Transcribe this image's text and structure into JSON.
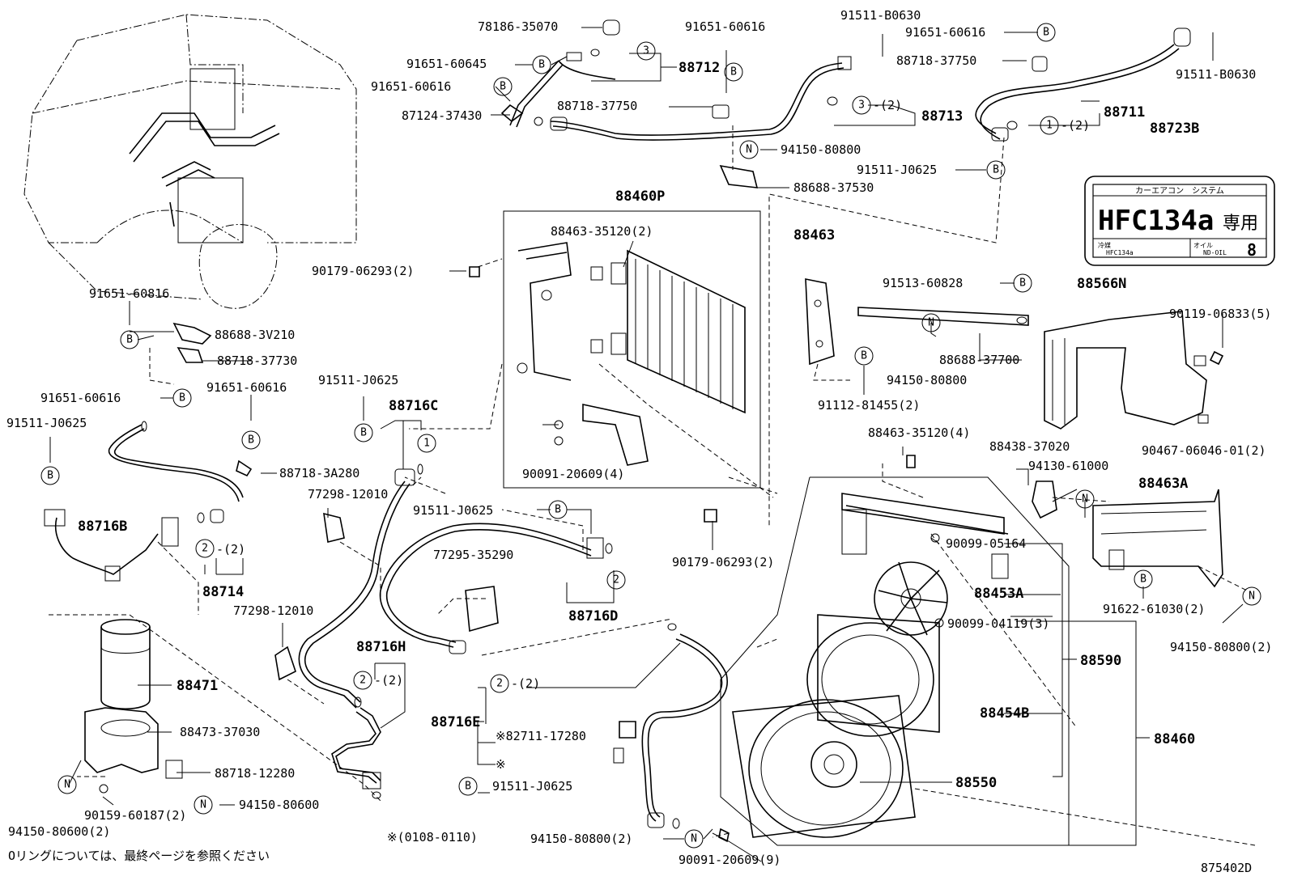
{
  "labels": {
    "p78186_35070": "78186-35070",
    "p91651_60616_a": "91651-60616",
    "p91511_B0630_a": "91511-B0630",
    "p91651_60616_b": "91651-60616",
    "p91651_60645": "91651-60645",
    "p88712": "88712",
    "p88718_37750_a": "88718-37750",
    "p91511_B0630_b": "91511-B0630",
    "p91651_60616_c": "91651-60616",
    "p87124_37430": "87124-37430",
    "p88718_37750_b": "88718-37750",
    "p88713": "88713",
    "p88711": "88711",
    "p88723B": "88723B",
    "p94150_80800_a": "94150-80800",
    "p91511_J0625_a": "91511-J0625",
    "p88688_37530": "88688-37530",
    "p88460P": "88460P",
    "p88463_35120_2": "88463-35120(2)",
    "p90179_06293_2a": "90179-06293(2)",
    "p88463": "88463",
    "p91513_60828": "91513-60828",
    "p88566N": "88566N",
    "p90119_06833_5": "90119-06833(5)",
    "p91651_60816": "91651-60816",
    "p88688_3V210": "88688-3V210",
    "p88718_37730": "88718-37730",
    "p94150_80800_b": "94150-80800",
    "p88688_37700": "88688-37700",
    "p91112_81455_2": "91112-81455(2)",
    "p91651_60616_d": "91651-60616",
    "p91651_60616_e": "91651-60616",
    "p91511_J0625_b": "91511-J0625",
    "p88716C": "88716C",
    "p91511_J0625_c": "91511-J0625",
    "p88718_3A280": "88718-3A280",
    "p88716B": "88716B",
    "p90091_20609_4": "90091-20609(4)",
    "p88463_35120_4": "88463-35120(4)",
    "p90467_06046_01_2": "90467-06046-01(2)",
    "p88438_37020": "88438-37020",
    "p94130_61000": "94130-61000",
    "p88463A": "88463A",
    "p77298_12010_a": "77298-12010",
    "p91511_J0625_d": "91511-J0625",
    "p77295_35290": "77295-35290",
    "p90179_06293_2b": "90179-06293(2)",
    "p90099_05164": "90099-05164",
    "p88714": "88714",
    "p88716D": "88716D",
    "p88453A": "88453A",
    "p91622_61030_2": "91622-61030(2)",
    "p77298_12010_b": "77298-12010",
    "p88716H": "88716H",
    "p90099_04119_3": "90099-04119(3)",
    "p94150_80800_2a": "94150-80800(2)",
    "p88590": "88590",
    "p88471": "88471",
    "p88716E": "88716E",
    "p82711_17280": "※82711-17280",
    "p_star_blank": "※",
    "p88454B": "88454B",
    "p88473_37030": "88473-37030",
    "p88460": "88460",
    "p88718_12280": "88718-12280",
    "p91511_J0625_e": "91511-J0625",
    "p88550": "88550",
    "p94150_80600": "94150-80600",
    "p90159_60187_2": "90159-60187(2)",
    "p94150_80600_2": "94150-80600(2)",
    "p94150_80800_2b": "94150-80800(2)",
    "p90091_20609_9": "90091-20609(9)",
    "p_note_date": "※(0108-0110)",
    "p_qty_2": "-(2)"
  },
  "symbols": {
    "B": "B",
    "N": "N",
    "one": "1",
    "two": "2",
    "three": "3"
  },
  "hfc_label": {
    "header": "カーエアコン　システム",
    "refrigerant": "HFC134a",
    "exclusive": "専用",
    "coolant_label": "冷媒",
    "coolant_value": "HFC134a",
    "oil_label": "オイル",
    "oil_value": "ND-OIL",
    "oil_number": "8"
  },
  "footer": {
    "oring_note": "Oリングについては、最終ページを参照ください",
    "diagram_id": "875402D"
  }
}
